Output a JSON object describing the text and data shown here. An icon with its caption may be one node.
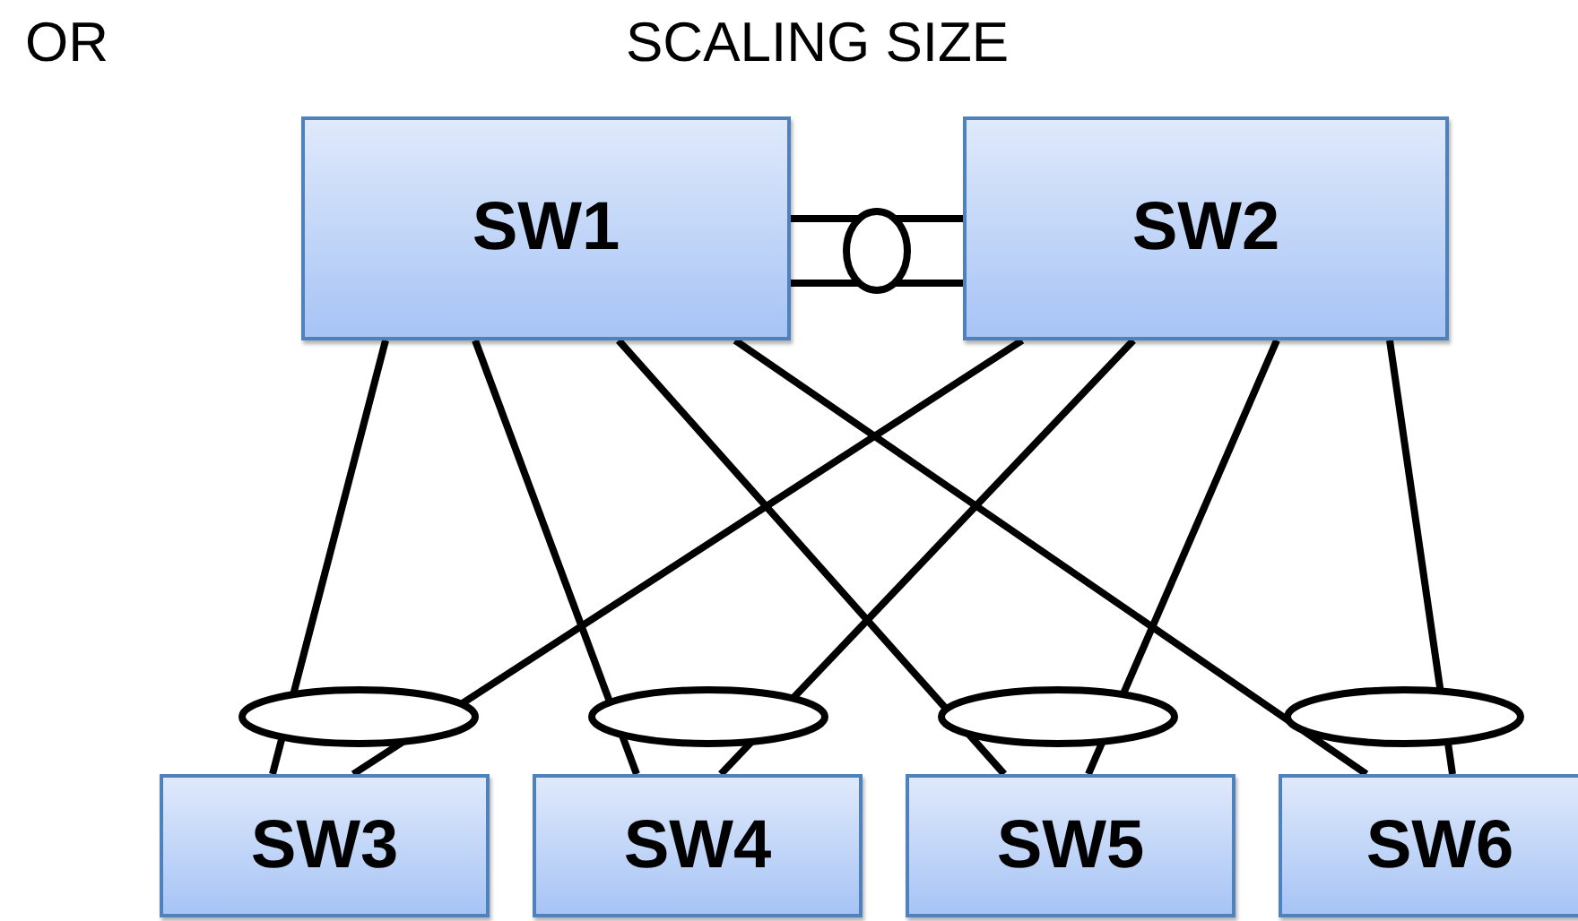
{
  "diagram": {
    "title": "SCALING SIZE",
    "nodes": [
      {
        "text": [
          "SW1"
        ]
      },
      {
        "text": [
          "SW2"
        ]
      },
      {
        "text": [
          "SW3"
        ]
      },
      {
        "text": [
          "SW4"
        ]
      },
      {
        "text": [
          "SW5"
        ]
      },
      {
        "text": [
          "SW6"
        ]
      }
    ],
    "edges": [
      {
        "from": 0,
        "to": 1,
        "arrow": "none"
      },
      {
        "from": 0,
        "to": 1,
        "arrow": "none"
      },
      {
        "from": 0,
        "to": 2,
        "arrow": "none"
      },
      {
        "from": 0,
        "to": 3,
        "arrow": "none"
      },
      {
        "from": 0,
        "to": 4,
        "arrow": "none"
      },
      {
        "from": 0,
        "to": 5,
        "arrow": "none"
      },
      {
        "from": 1,
        "to": 2,
        "arrow": "none"
      },
      {
        "from": 1,
        "to": 3,
        "arrow": "none"
      },
      {
        "from": 1,
        "to": 4,
        "arrow": "none"
      },
      {
        "from": 1,
        "to": 5,
        "arrow": "none"
      }
    ],
    "labels": [
      "OR"
    ]
  }
}
